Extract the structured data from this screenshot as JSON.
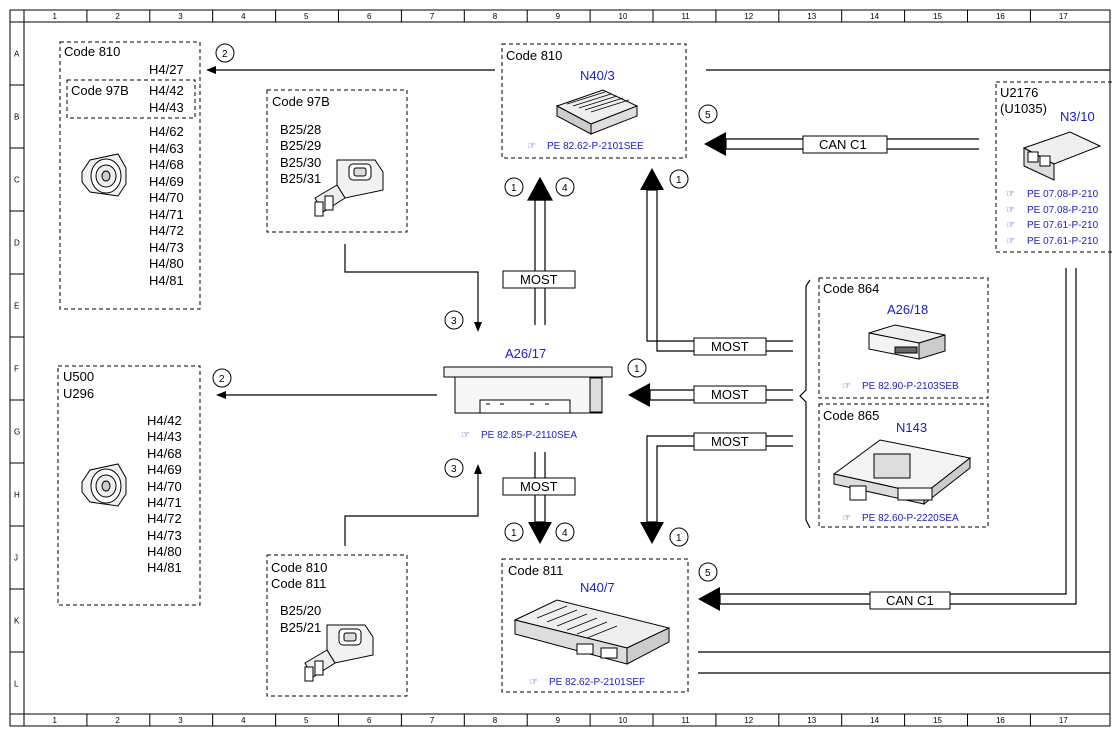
{
  "grid": {
    "columns": [
      "1",
      "2",
      "3",
      "4",
      "5",
      "6",
      "7",
      "8",
      "9",
      "10",
      "11",
      "12",
      "13",
      "14",
      "15",
      "16",
      "17"
    ],
    "rows": [
      "A",
      "B",
      "C",
      "D",
      "E",
      "F",
      "G",
      "H",
      "J",
      "K",
      "L"
    ]
  },
  "boxes": {
    "speakers_top": {
      "code": "Code 810",
      "first": "H4/27",
      "sub_code": "Code 97B",
      "sub_items": [
        "H4/42",
        "H4/43"
      ],
      "items": [
        "H4/62",
        "H4/63",
        "H4/68",
        "H4/69",
        "H4/70",
        "H4/71",
        "H4/72",
        "H4/73",
        "H4/80",
        "H4/81"
      ]
    },
    "speakers_bottom": {
      "codes": [
        "U500",
        "U296"
      ],
      "items": [
        "H4/42",
        "H4/43",
        "H4/68",
        "H4/69",
        "H4/70",
        "H4/71",
        "H4/72",
        "H4/73",
        "H4/80",
        "H4/81"
      ]
    },
    "usb_top": {
      "code": "Code 97B",
      "items": [
        "B25/28",
        "B25/29",
        "B25/30",
        "B25/31"
      ]
    },
    "usb_bottom": {
      "codes": [
        "Code 810",
        "Code 811"
      ],
      "items": [
        "B25/20",
        "B25/21"
      ]
    },
    "amp_top": {
      "code": "Code 810",
      "id": "N40/3",
      "ref": "PE 82.62-P-2101SEE"
    },
    "amp_bottom": {
      "code": "Code 811",
      "id": "N40/7",
      "ref": "PE 82.62-P-2101SEF"
    },
    "head_unit": {
      "id": "A26/17",
      "ref": "PE 82.85-P-2110SEA"
    },
    "gateway": {
      "codes": [
        "U2176",
        "(U1035)"
      ],
      "id": "N3/10",
      "refs": [
        "PE 07.08-P-210",
        "PE 07.08-P-210",
        "PE 07.61-P-210",
        "PE 07.61-P-210"
      ]
    },
    "cd_changer": {
      "code": "Code 864",
      "id": "A26/18",
      "ref": "PE 82.90-P-2103SEB"
    },
    "tv_tuner": {
      "code": "Code 865",
      "id": "N143",
      "ref": "PE 82.60-P-2220SEA"
    }
  },
  "bus_labels": {
    "most_up": "MOST",
    "most_down": "MOST",
    "most_right1": "MOST",
    "most_right2": "MOST",
    "most_right3": "MOST",
    "can_top": "CAN C1",
    "can_bottom": "CAN C1"
  },
  "markers": {
    "m1": "1",
    "m2": "2",
    "m3": "3",
    "m4": "4",
    "m5": "5"
  }
}
